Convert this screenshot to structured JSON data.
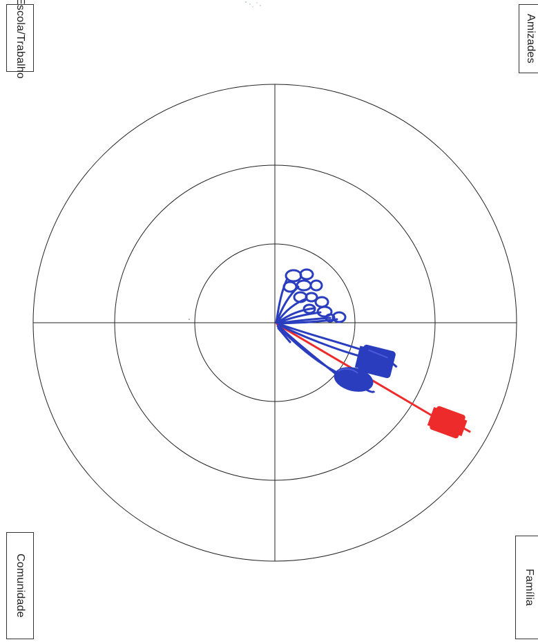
{
  "labels": {
    "top_left": "Escola/Trabalho",
    "top_right": "Amizades",
    "bottom_left": "Comunidade",
    "bottom_right": "Família"
  },
  "colors": {
    "lines": "#222222",
    "blue_marker": "#2a3dbf",
    "red_marker": "#ee2b2b",
    "background": "#ffffff"
  },
  "rings": 3,
  "quadrant_dividers": 2
}
